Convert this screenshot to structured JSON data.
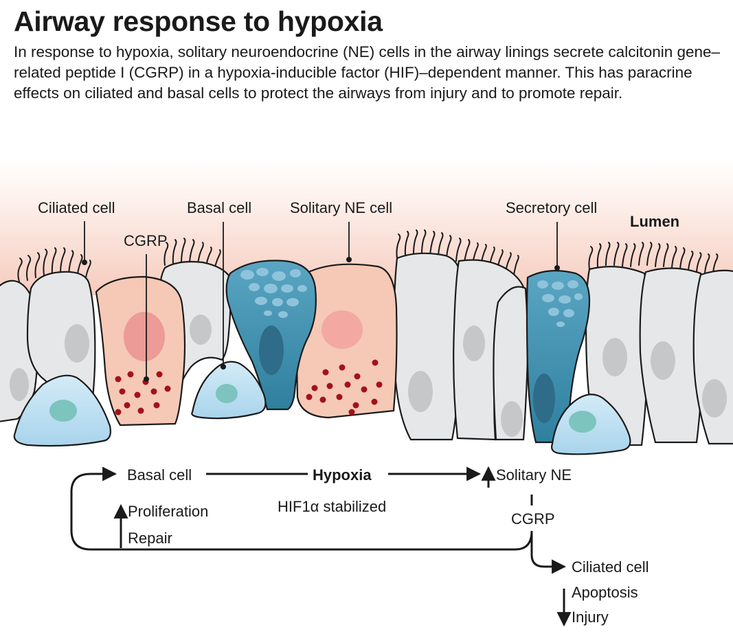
{
  "title": "Airway response to hypoxia",
  "caption": "In response to hypoxia, solitary neuroendocrine (NE) cells in the airway linings secrete calcitonin gene–related peptide I (CGRP) in a hypoxia-inducible factor (HIF)–dependent manner. This has paracrine effects on ciliated and basal cells to protect the airways from injury and to promote repair.",
  "illustration": {
    "labels": {
      "ciliated_cell": "Ciliated cell",
      "basal_cell": "Basal cell",
      "solitary_ne_cell": "Solitary NE cell",
      "secretory_cell": "Secretory cell",
      "lumen": "Lumen",
      "cgrp": "CGRP"
    },
    "colors": {
      "lumen_gradient_top": "#fdf1ec",
      "lumen_gradient_bottom": "#f7cfc2",
      "ciliated_cell_fill": "#e6e7e9",
      "ne_cell_fill": "#f5c9b6",
      "secretory_cell_fill": "#4a97b5",
      "basal_cell_fill": "#bfe0f2",
      "cgrp_granule": "#a4111b"
    }
  },
  "pathway": {
    "basal_cell": "Basal cell",
    "hypoxia": "Hypoxia",
    "hif": "HIF1α stabilized",
    "solitary_ne": "Solitary NE",
    "cgrp": "CGRP",
    "ciliated_cell": "Ciliated cell",
    "proliferation": "Proliferation",
    "repair": "Repair",
    "apoptosis": "Apoptosis",
    "injury": "Injury"
  }
}
